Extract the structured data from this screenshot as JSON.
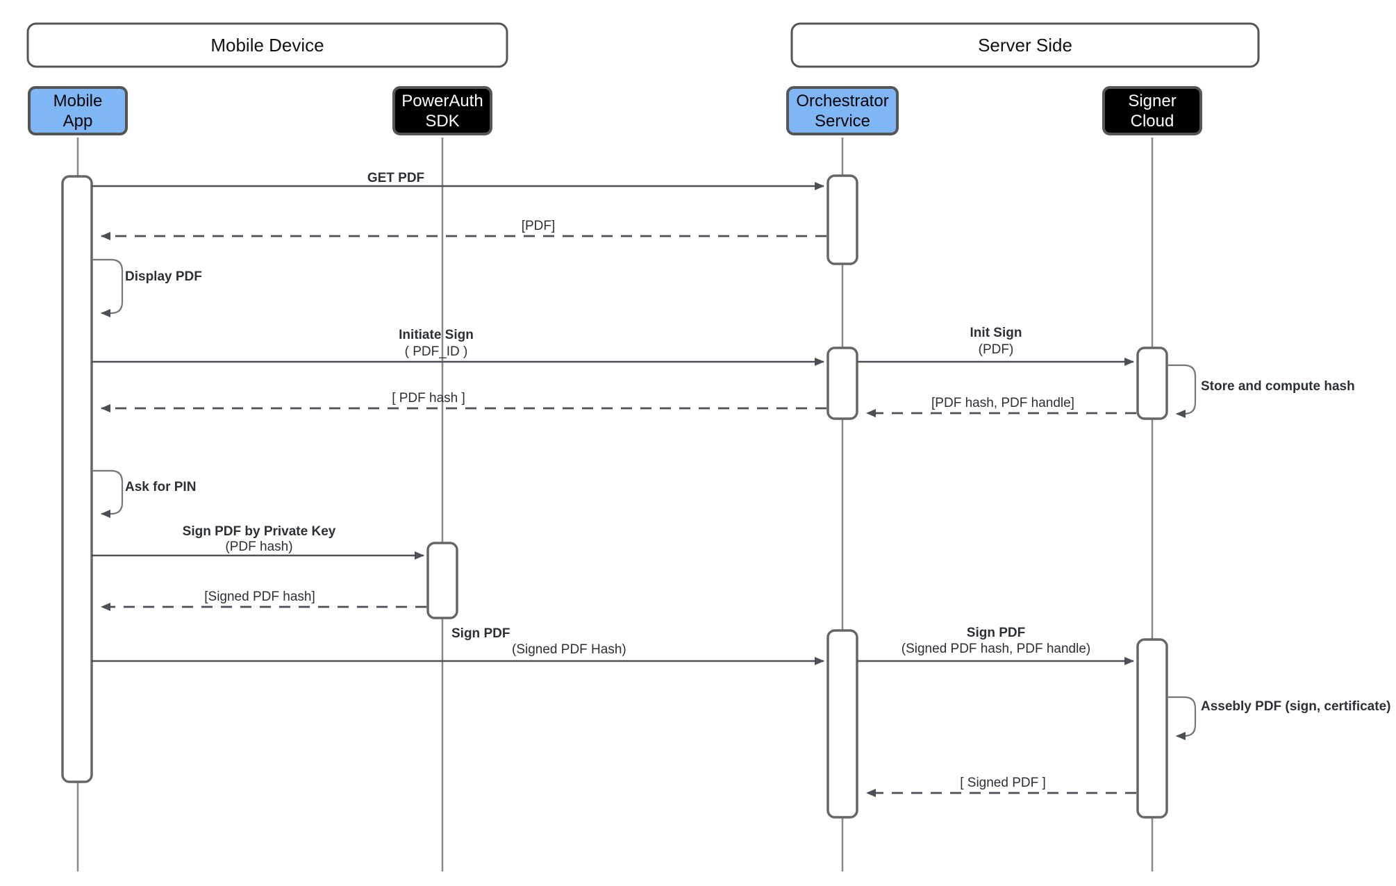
{
  "diagram": {
    "title": "PDF Signing Sequence Diagram",
    "colors": {
      "actor_highlight": "#7eb6f6",
      "actor_dark": "#000000",
      "line": "#4a4f58",
      "lifeline": "#888888",
      "group_border": "#555555"
    },
    "groups": [
      {
        "id": "mobile-device",
        "label": "Mobile Device"
      },
      {
        "id": "server-side",
        "label": "Server Side"
      }
    ],
    "actors": [
      {
        "id": "mobile-app",
        "line1": "Mobile",
        "line2": "App",
        "style": "blue"
      },
      {
        "id": "powerauth-sdk",
        "line1": "PowerAuth",
        "line2": "SDK",
        "style": "black"
      },
      {
        "id": "orchestrator-service",
        "line1": "Orchestrator",
        "line2": "Service",
        "style": "blue"
      },
      {
        "id": "signer-cloud",
        "line1": "Signer",
        "line2": "Cloud",
        "style": "black"
      }
    ],
    "messages": [
      {
        "id": "get-pdf",
        "label": "GET PDF",
        "sub": "",
        "kind": "call",
        "from": "mobile-app",
        "to": "orchestrator-service"
      },
      {
        "id": "pdf-return",
        "label": "[PDF]",
        "sub": "",
        "kind": "return",
        "from": "orchestrator-service",
        "to": "mobile-app"
      },
      {
        "id": "display-pdf",
        "label": "Display PDF",
        "sub": "",
        "kind": "self",
        "from": "mobile-app",
        "to": "mobile-app"
      },
      {
        "id": "initiate-sign",
        "label": "Initiate Sign",
        "sub": "( PDF_ID )",
        "kind": "call",
        "from": "mobile-app",
        "to": "orchestrator-service"
      },
      {
        "id": "init-sign",
        "label": "Init Sign",
        "sub": "(PDF)",
        "kind": "call",
        "from": "orchestrator-service",
        "to": "signer-cloud"
      },
      {
        "id": "store-compute-hash",
        "label": "Store and compute hash",
        "sub": "",
        "kind": "self",
        "from": "signer-cloud",
        "to": "signer-cloud"
      },
      {
        "id": "pdf-hash-handle",
        "label": "[PDF hash, PDF handle]",
        "sub": "",
        "kind": "return",
        "from": "signer-cloud",
        "to": "orchestrator-service"
      },
      {
        "id": "pdf-hash",
        "label": "[ PDF hash ]",
        "sub": "",
        "kind": "return",
        "from": "orchestrator-service",
        "to": "mobile-app"
      },
      {
        "id": "ask-for-pin",
        "label": "Ask for PIN",
        "sub": "",
        "kind": "self",
        "from": "mobile-app",
        "to": "mobile-app"
      },
      {
        "id": "sign-pdf-private-key",
        "label": "Sign PDF by Private Key",
        "sub": "(PDF hash)",
        "kind": "call",
        "from": "mobile-app",
        "to": "powerauth-sdk"
      },
      {
        "id": "signed-pdf-hash-return",
        "label": "[Signed PDF hash]",
        "sub": "",
        "kind": "return",
        "from": "powerauth-sdk",
        "to": "mobile-app"
      },
      {
        "id": "sign-pdf-orchestrator",
        "label": "Sign PDF",
        "sub": "(Signed PDF Hash)",
        "kind": "call",
        "from": "mobile-app",
        "to": "orchestrator-service"
      },
      {
        "id": "sign-pdf-signer",
        "label": "Sign PDF",
        "sub": "(Signed PDF hash, PDF handle)",
        "kind": "call",
        "from": "orchestrator-service",
        "to": "signer-cloud"
      },
      {
        "id": "assembly-pdf",
        "label": "Assebly PDF (sign, certificate)",
        "sub": "",
        "kind": "self",
        "from": "signer-cloud",
        "to": "signer-cloud"
      },
      {
        "id": "signed-pdf-return",
        "label": "[ Signed PDF ]",
        "sub": "",
        "kind": "return",
        "from": "signer-cloud",
        "to": "orchestrator-service"
      }
    ]
  }
}
